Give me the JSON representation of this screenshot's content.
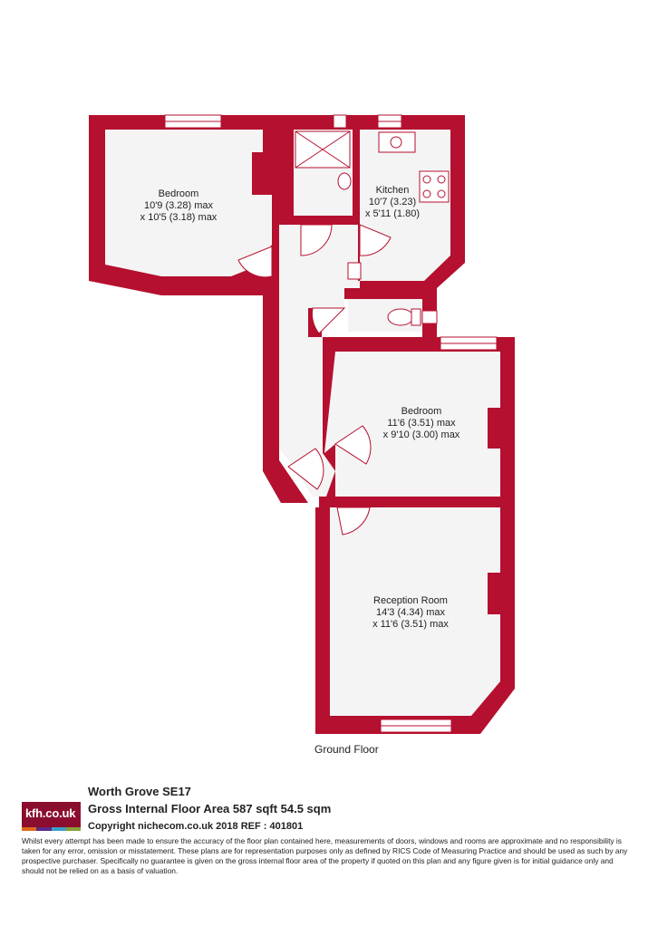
{
  "rooms": [
    {
      "name": "Bedroom",
      "size1": "10'9 (3.28) max",
      "size2": "x 10'5 (3.18) max"
    },
    {
      "name": "Kitchen",
      "size1": "10'7 (3.23)",
      "size2": "x 5'11 (1.80)"
    },
    {
      "name": "Bedroom",
      "size1": "11'6 (3.51) max",
      "size2": "x 9'10 (3.00) max"
    },
    {
      "name": "Reception Room",
      "size1": "14'3 (4.34) max",
      "size2": "x 11'6 (3.51) max"
    }
  ],
  "floor_label": "Ground Floor",
  "footer": {
    "address": "Worth Grove  SE17",
    "area": "Gross Internal Floor Area 587 sqft 54.5 sqm",
    "copyright": "Copyright nichecom.co.uk 2018 REF : 401801",
    "logo_text": "kfh.co.uk",
    "disclaimer": "Whilst every attempt has been made to ensure the accuracy of the floor plan contained here, measurements of doors, windows and rooms are approximate and no responsibility is taken for any error, omission or misstatement.  These plans are for representation purposes only as defined by RICS Code of Measuring Practice and should be used as such by any prospective purchaser.  Specifically no guarantee is given on the gross internal floor area of the property if quoted on this plan and any figure given is for initial guidance only and should not be relied on as a basis of valuation."
  },
  "colors": {
    "wall": "#b5102f",
    "floor": "#f4f4f4",
    "logo_bg": "#8b0e2f",
    "logo_stripes": [
      "#e06a1b",
      "#5b2a86",
      "#3aa0c8",
      "#8aa03a"
    ]
  }
}
